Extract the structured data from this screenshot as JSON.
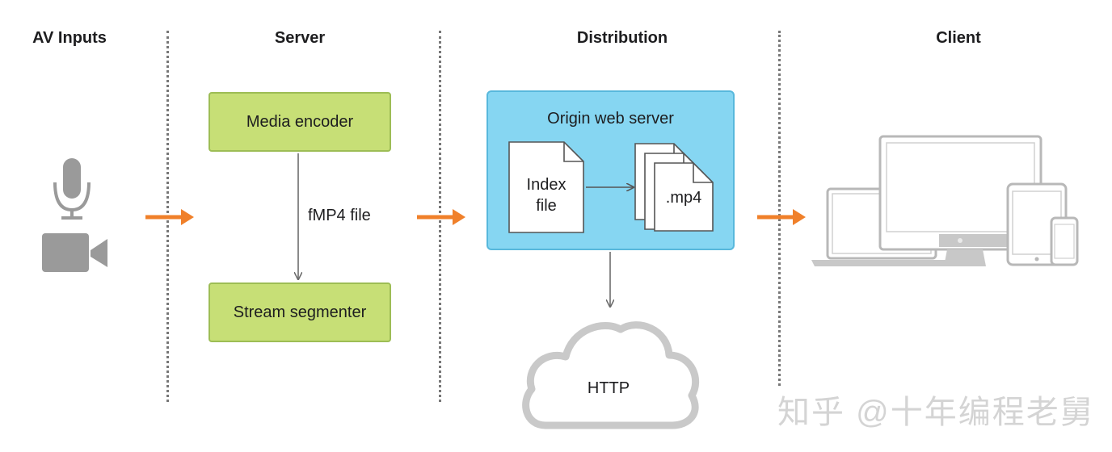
{
  "columns": {
    "av_inputs": "AV Inputs",
    "server": "Server",
    "distribution": "Distribution",
    "client": "Client"
  },
  "server": {
    "encoder_label": "Media encoder",
    "segmenter_label": "Stream segmenter",
    "edge_label": "fMP4 file"
  },
  "distribution": {
    "origin_label": "Origin web server",
    "index_file_label_1": "Index",
    "index_file_label_2": "file",
    "segments_label": ".mp4",
    "cloud_label": "HTTP"
  },
  "watermark": "知乎 @十年编程老舅",
  "colors": {
    "arrow_orange": "#f0802a",
    "server_box": "#c7df76",
    "origin_box": "#86d6f2",
    "device_gray": "#b8b8b8"
  },
  "icons": [
    "microphone-icon",
    "video-camera-icon",
    "document-icon",
    "cloud-icon",
    "laptop-icon",
    "desktop-monitor-icon",
    "tablet-icon",
    "phone-icon"
  ]
}
